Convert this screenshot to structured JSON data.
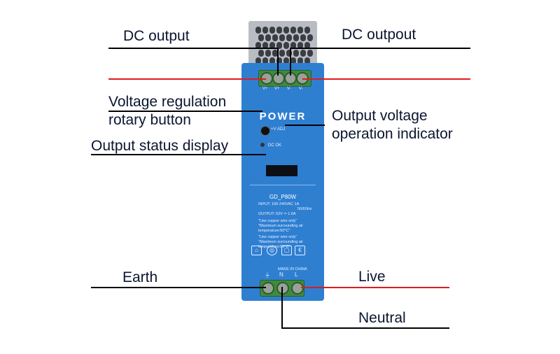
{
  "labels": {
    "dc_output_left": "DC output",
    "dc_output_right": "DC outpout",
    "voltage_regulation_line1": "Voltage regulation",
    "voltage_regulation_line2": "rotary button",
    "output_indicator_line1": "Output voltage",
    "output_indicator_line2": "operation indicator",
    "output_status_display": "Output status display",
    "earth": "Earth",
    "live": "Live",
    "neutral": "Neutral"
  },
  "device": {
    "brand": "POWER",
    "top_terminals": [
      "V+",
      "V+",
      "V-",
      "V-"
    ],
    "adj_label": "+V ADJ",
    "dc_ok": "DC OK",
    "model": "GD_P80W",
    "input_spec": "INPUT: 100-240VAC 1A",
    "input_freq": "50/60Hz",
    "output_spec": "OUTPUT: 52V ⎓ 1.6A",
    "note1_a": "\"Use copper wire only\"",
    "note1_b": "\"Maximum surrounding air",
    "note1_c": "temperature:50°C\"",
    "note2_a": "\"Use copper wire only\"",
    "note2_b": "\"Maximum surrounding air",
    "note2_c": "temperature:50°C\"",
    "made_in": "MADE IN CHINA",
    "bottom_terminals": [
      "⏚",
      "N",
      "L"
    ]
  },
  "colors": {
    "body": "#2f7fd1",
    "terminal": "#3f8a3f",
    "live_line": "#e01b1b",
    "text": "#0b1530"
  }
}
